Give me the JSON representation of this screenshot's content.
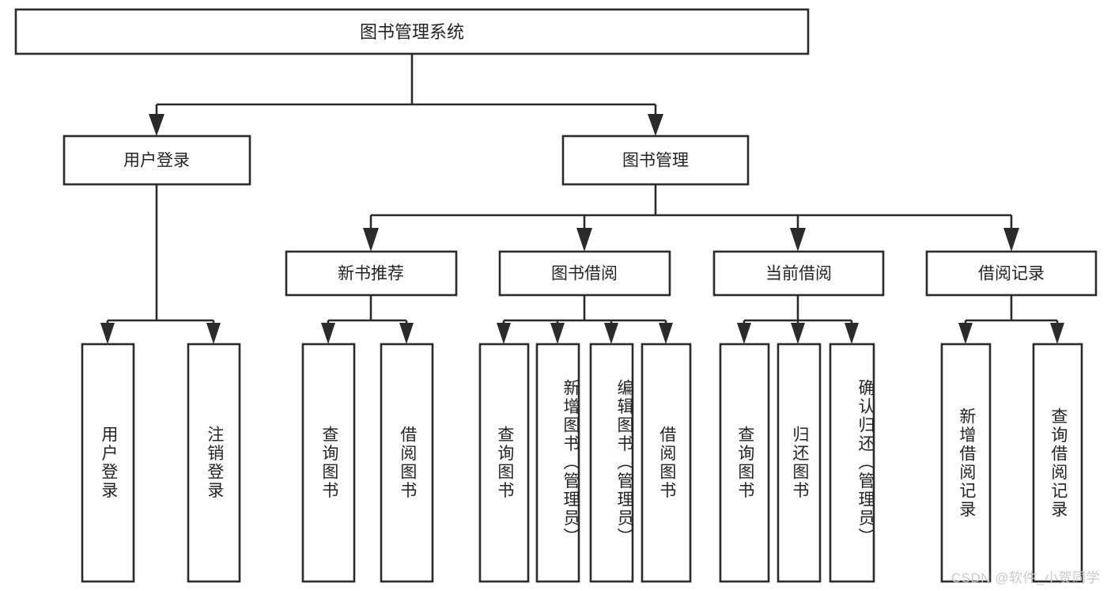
{
  "diagram": {
    "title": "图书管理系统",
    "type": "tree-hierarchy-diagram",
    "root": {
      "label": "图书管理系统"
    },
    "level2": [
      {
        "label": "用户登录"
      },
      {
        "label": "图书管理"
      }
    ],
    "level3": [
      {
        "label": "新书推荐"
      },
      {
        "label": "图书借阅"
      },
      {
        "label": "当前借阅"
      },
      {
        "label": "借阅记录"
      }
    ],
    "leaves": {
      "user_login": [
        {
          "label": "用户登录"
        },
        {
          "label": "注销登录"
        }
      ],
      "new_book_recommend": [
        {
          "label": "查询图书"
        },
        {
          "label": "借阅图书"
        }
      ],
      "book_borrow": [
        {
          "label": "查询图书"
        },
        {
          "label": "新增图书（管理员）"
        },
        {
          "label": "编辑图书（管理员）"
        },
        {
          "label": "借阅图书"
        }
      ],
      "current_borrow": [
        {
          "label": "查询图书"
        },
        {
          "label": "归还图书"
        },
        {
          "label": "确认归还（管理员）"
        }
      ],
      "borrow_record": [
        {
          "label": "新增借阅记录"
        },
        {
          "label": "查询借阅记录"
        }
      ]
    }
  },
  "watermark": {
    "text": "CSDN @软件_小贺同学"
  },
  "colors": {
    "box_stroke": "#2b2b2b",
    "box_fill": "#ffffff",
    "text": "#232323",
    "watermark": "#c9c9c9",
    "background": "#ffffff"
  }
}
